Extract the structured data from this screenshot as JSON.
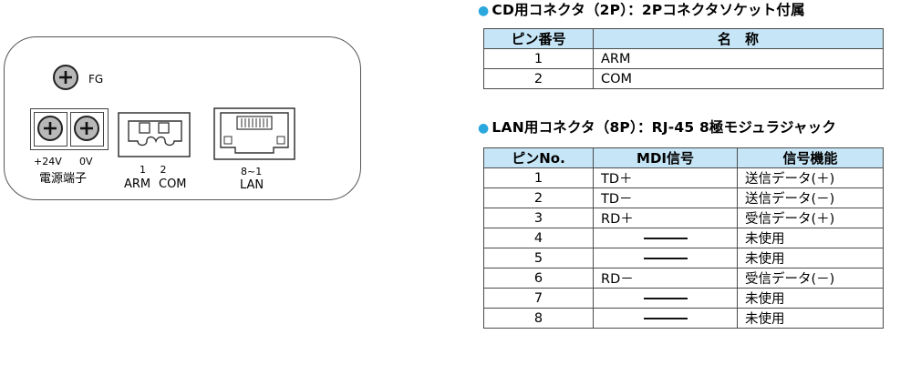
{
  "panel": {
    "fg_label": "FG",
    "power_pos_label": "+24V",
    "power_neg_label": "0V",
    "power_label": "電源端子",
    "cd_pin_numbers": "1 2",
    "cd_arm_label": "ARM",
    "cd_com_label": "COM",
    "lan_pin_numbers": "8~1",
    "lan_label": "LAN"
  },
  "cd_section": {
    "bullet": "●",
    "title": "CD用コネクタ（2P）：2Pコネクタソケット付属",
    "headers": [
      "ピン番号",
      "名　称"
    ],
    "rows": [
      [
        "1",
        "ARM"
      ],
      [
        "2",
        "COM"
      ]
    ]
  },
  "lan_section": {
    "bullet": "●",
    "title": "LAN用コネクタ（8P）：RJ-45 8極モジュラジャック",
    "headers": [
      "ピンNo.",
      "MDI信号",
      "信号機能"
    ],
    "rows": [
      [
        "1",
        "TD＋",
        "送信データ(＋)"
      ],
      [
        "2",
        "TD－",
        "送信データ(－)"
      ],
      [
        "3",
        "RD＋",
        "受信データ(＋)"
      ],
      [
        "4",
        "",
        "未使用"
      ],
      [
        "5",
        "",
        "未使用"
      ],
      [
        "6",
        "RD－",
        "受信データ(－)"
      ],
      [
        "7",
        "",
        "未使用"
      ],
      [
        "8",
        "",
        "未使用"
      ]
    ]
  },
  "colors": {
    "header_bg": "#c6e6f7",
    "bullet": "#2aa8dd",
    "screw": "#b8b8b8"
  }
}
